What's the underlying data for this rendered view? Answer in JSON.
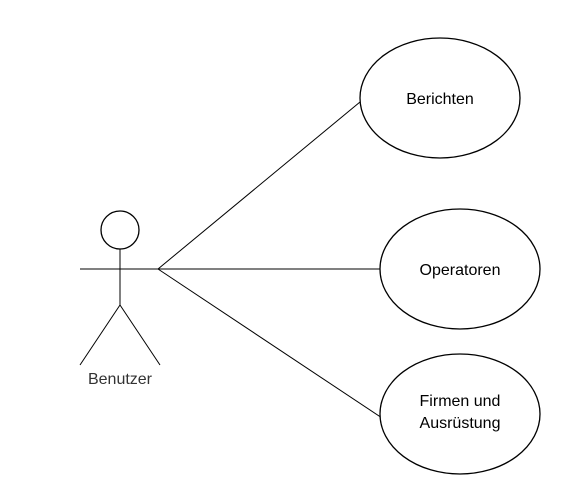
{
  "diagram": {
    "actor": {
      "label": "Benutzer"
    },
    "use_cases": [
      {
        "label_lines": [
          "Berichten"
        ]
      },
      {
        "label_lines": [
          "Operatoren"
        ]
      },
      {
        "label_lines": [
          "Firmen und",
          "Ausrüstung"
        ]
      }
    ]
  }
}
